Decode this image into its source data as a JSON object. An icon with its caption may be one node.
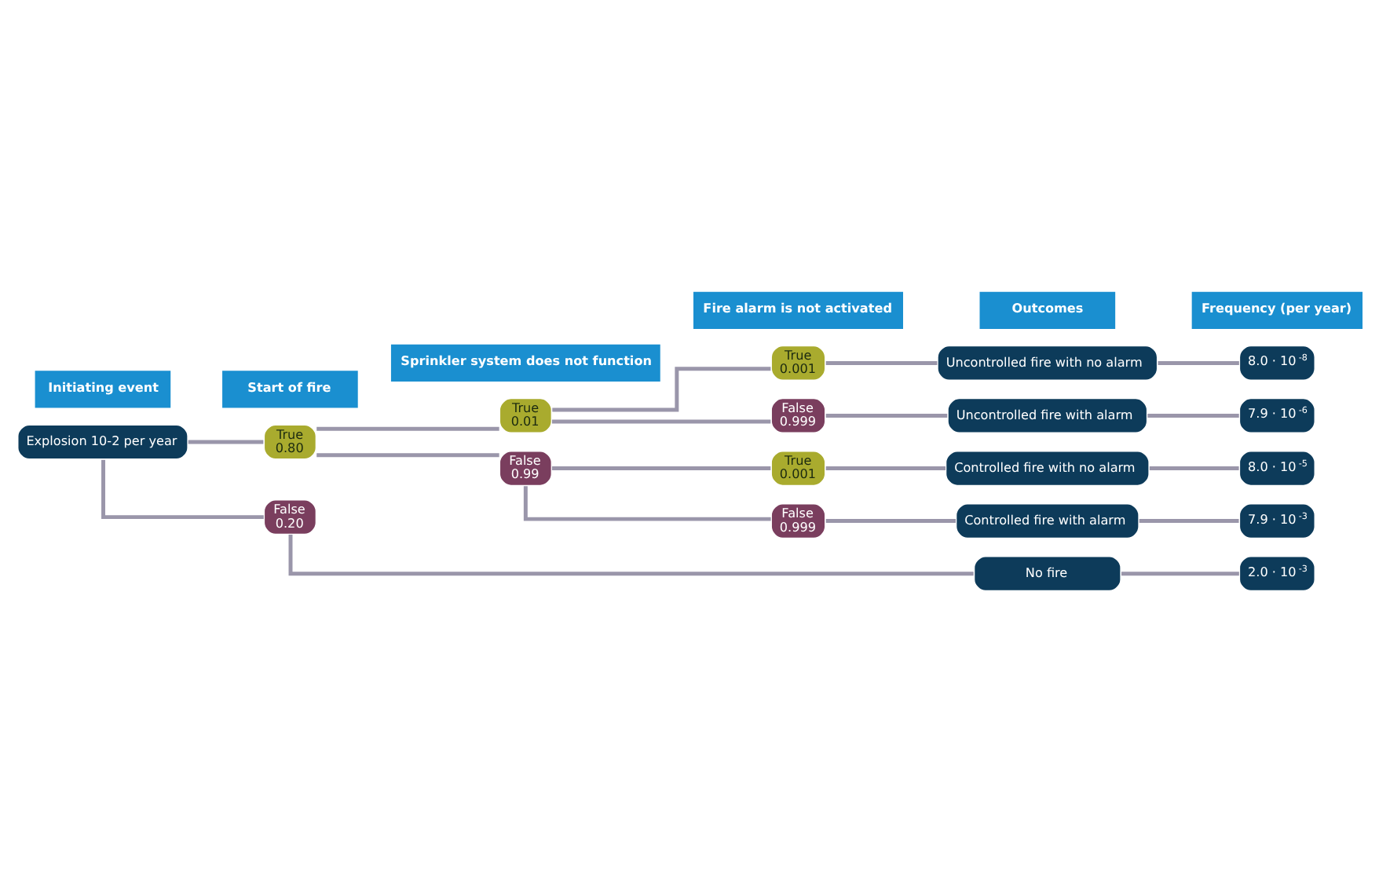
{
  "diagram": {
    "nodes": [
      {
        "text": [
          "Explosion 10-2 per year"
        ]
      },
      {
        "text": [
          "True",
          "0.80"
        ]
      },
      {
        "text": [
          "False",
          "0.20"
        ]
      },
      {
        "text": [
          "True",
          "0.01"
        ]
      },
      {
        "text": [
          "False",
          "0.99"
        ]
      },
      {
        "text": [
          "True",
          "0.001"
        ]
      },
      {
        "text": [
          "False",
          "0.999"
        ]
      },
      {
        "text": [
          "True",
          "0.001"
        ]
      },
      {
        "text": [
          "False",
          "0.999"
        ]
      },
      {
        "text": [
          "Uncontrolled fire with no alarm"
        ]
      },
      {
        "text": [
          "Uncontrolled fire with alarm"
        ]
      },
      {
        "text": [
          "Controlled fire with no alarm"
        ]
      },
      {
        "text": [
          "Controlled fire with alarm"
        ]
      },
      {
        "text": [
          "No fire"
        ]
      },
      {
        "text": [
          "8.0 · 10$^{-8}$"
        ]
      },
      {
        "text": [
          "7.9 · 10$^{-6}$"
        ]
      },
      {
        "text": [
          "8.0 · 10$^{-5}$"
        ]
      },
      {
        "text": [
          "7.9 · 10$^{-3}$"
        ]
      },
      {
        "text": [
          "2.0 · 10$^{-3}$"
        ]
      }
    ],
    "edges": [
      {
        "from": 0,
        "to": 1,
        "arrow": "none"
      },
      {
        "from": 0,
        "to": 2,
        "arrow": "none"
      },
      {
        "from": 1,
        "to": 3,
        "arrow": "none"
      },
      {
        "from": 1,
        "to": 4,
        "arrow": "none"
      },
      {
        "from": 3,
        "to": 5,
        "arrow": "none"
      },
      {
        "from": 3,
        "to": 6,
        "arrow": "none"
      },
      {
        "from": 4,
        "to": 7,
        "arrow": "none"
      },
      {
        "from": 4,
        "to": 8,
        "arrow": "none"
      },
      {
        "from": 5,
        "to": 9,
        "arrow": "none"
      },
      {
        "from": 6,
        "to": 10,
        "arrow": "none"
      },
      {
        "from": 7,
        "to": 11,
        "arrow": "none"
      },
      {
        "from": 8,
        "to": 12,
        "arrow": "none"
      },
      {
        "from": 2,
        "to": 13,
        "arrow": "none"
      },
      {
        "from": 9,
        "to": 14,
        "arrow": "none"
      },
      {
        "from": 10,
        "to": 15,
        "arrow": "none"
      },
      {
        "from": 11,
        "to": 16,
        "arrow": "none"
      },
      {
        "from": 12,
        "to": 17,
        "arrow": "none"
      },
      {
        "from": 13,
        "to": 18,
        "arrow": "none"
      }
    ],
    "labels": [
      "Initiating event",
      "Start of fire",
      "Sprinkler system does not function",
      "Fire alarm is not activated",
      "Outcomes",
      "Frequency (per year)"
    ]
  }
}
